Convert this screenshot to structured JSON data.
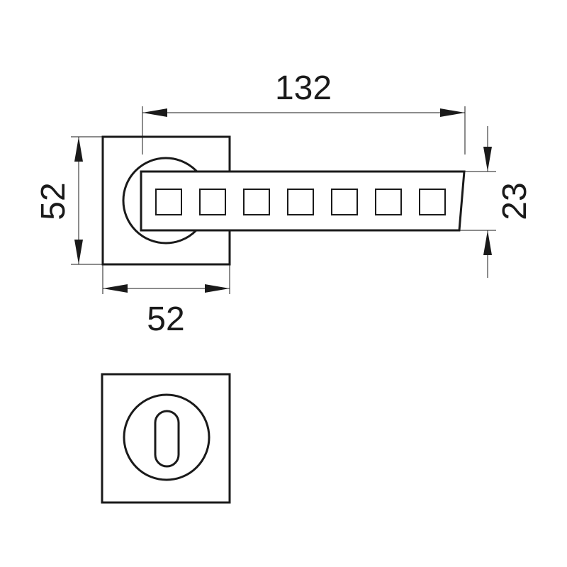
{
  "dimensions": {
    "handle_length": "132",
    "rose_height": "52",
    "rose_width": "52",
    "lever_height": "23"
  },
  "lever": {
    "cutout_count": 7
  },
  "colors": {
    "ink": "#1a1a1a",
    "background": "#ffffff"
  }
}
